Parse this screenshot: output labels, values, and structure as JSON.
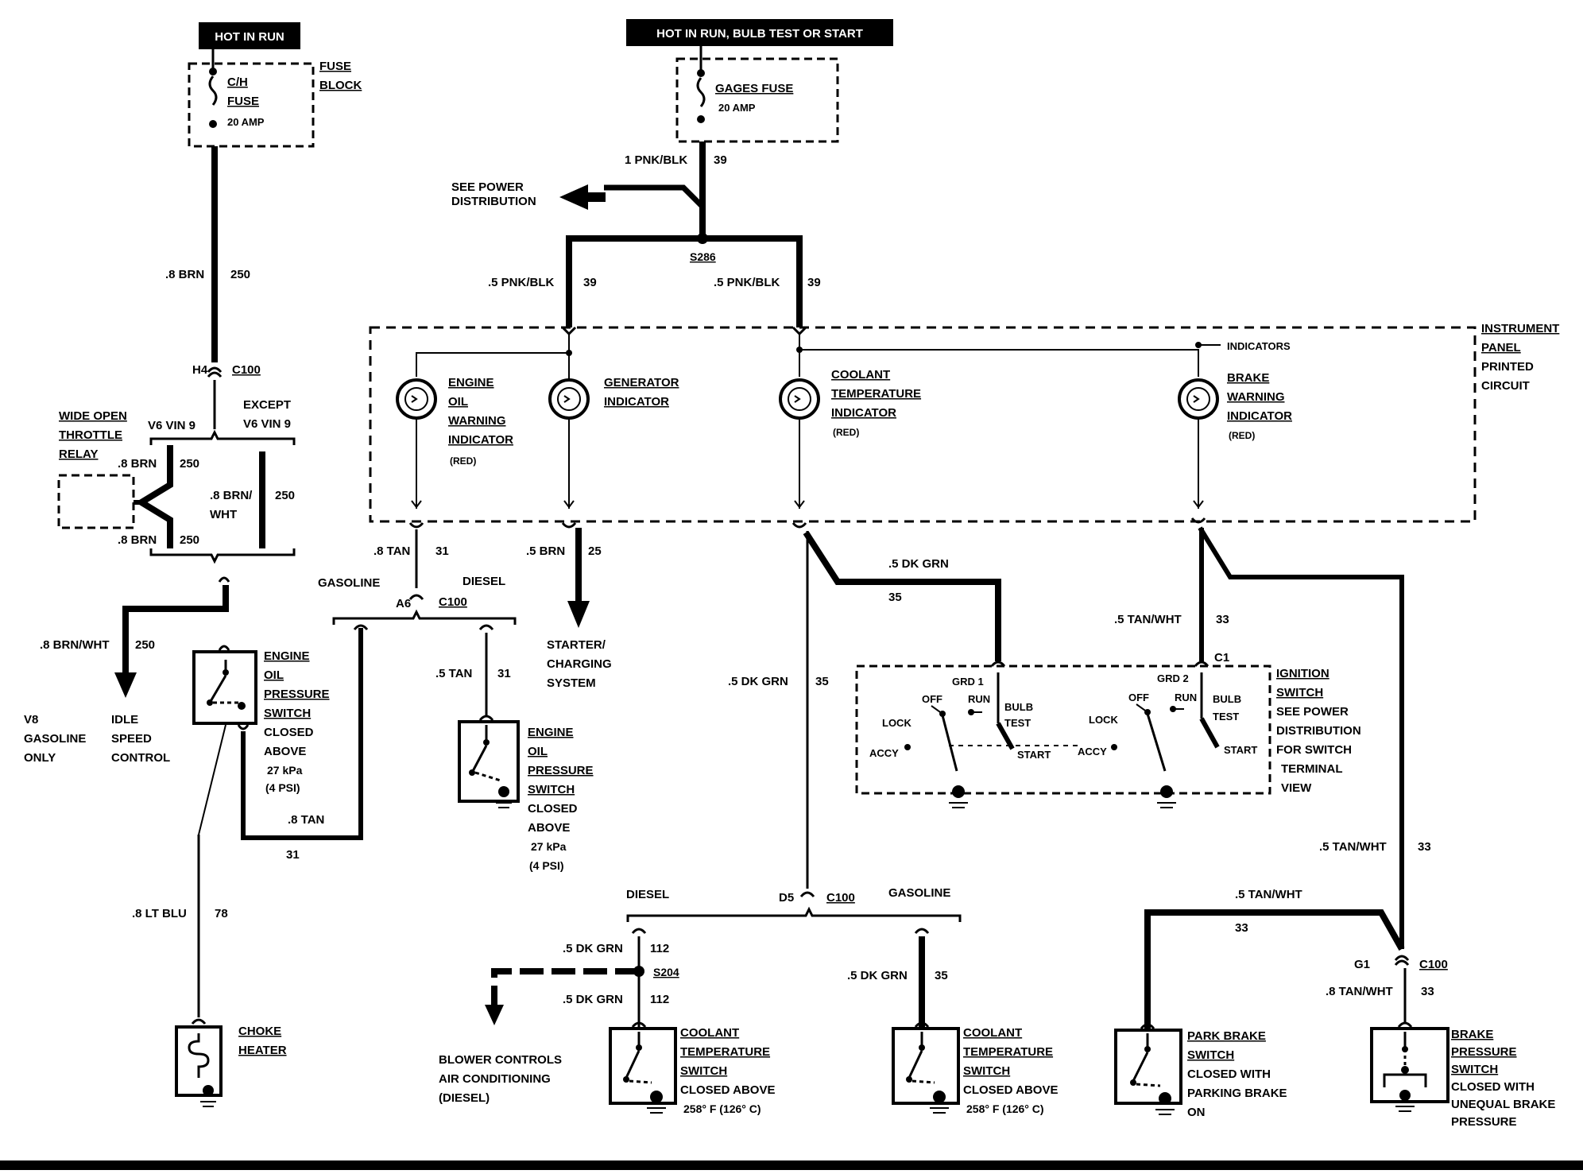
{
  "power": {
    "hot_in_run": "HOT IN RUN",
    "hot_in_run_bulb": "HOT IN RUN,   BULB TEST OR START"
  },
  "fuse_block": {
    "label1": "FUSE",
    "label2": "BLOCK",
    "ch_fuse1": "C/H",
    "ch_fuse2": "FUSE",
    "ch_amp": "20 AMP",
    "gages_fuse": "GAGES FUSE",
    "gages_amp": "20 AMP"
  },
  "wires": {
    "w_pnk_blk_1": "1 PNK/BLK",
    "n39a": "39",
    "w_pnk_blk_l": ".5 PNK/BLK",
    "n39b": "39",
    "w_pnk_blk_r": ".5 PNK/BLK",
    "n39c": "39",
    "s286": "S286",
    "see_power1": "SEE POWER",
    "see_power2": "DISTRIBUTION",
    "brn_8": ".8 BRN",
    "n250a": "250",
    "h4": "H4",
    "c100a": "C100",
    "v6vin9": "V6 VIN 9",
    "except1": "EXCEPT",
    "except2": "V6 VIN 9",
    "brn_8b": ".8 BRN",
    "n250b": "250",
    "brn_8c": ".8 BRN",
    "n250c": "250",
    "brn_wht1": ".8 BRN/",
    "brn_wht2": "WHT",
    "n250d": "250",
    "brn_wht_8": ".8 BRN/WHT",
    "n250e": "250",
    "tan_8": ".8 TAN",
    "n31a": "31",
    "tan_8b": ".8 TAN",
    "n31b": "31",
    "tan_5": ".5 TAN",
    "n31c": "31",
    "gasoline": "GASOLINE",
    "diesel": "DIESEL",
    "a6": "A6",
    "c100b": "C100",
    "brn_5": ".5 BRN",
    "n25": "25",
    "lt_blu": ".8 LT BLU",
    "n78": "78",
    "dk_grn_5a": ".5 DK GRN",
    "n35a": "35",
    "dk_grn_5b": ".5 DK GRN",
    "n35b": "35",
    "tan_wht_a": ".5 TAN/WHT",
    "n33a": "33",
    "tan_wht_b": ".5 TAN/WHT",
    "n33b": "33",
    "tan_wht_c": ".5 TAN/WHT",
    "n33c": "33",
    "tan_wht_d": ".8 TAN/WHT",
    "n33d": "33",
    "c1": "C1",
    "diesel2": "DIESEL",
    "gasoline2": "GASOLINE",
    "d5": "D5",
    "c100c": "C100",
    "dk_grn_5c": ".5 DK GRN",
    "n112a": "112",
    "s204": "S204",
    "dk_grn_5d": ".5 DK GRN",
    "n112b": "112",
    "dk_grn_5e": ".5 DK GRN",
    "n35c": "35",
    "g1": "G1",
    "c100d": "C100"
  },
  "components": {
    "wot_relay": [
      "WIDE OPEN",
      "THROTTLE",
      "RELAY"
    ],
    "idle": [
      "IDLE",
      "SPEED",
      "CONTROL"
    ],
    "v8": [
      "V8",
      "GASOLINE",
      "ONLY"
    ],
    "eop_switch": [
      "ENGINE",
      "OIL",
      "PRESSURE",
      "SWITCH",
      "CLOSED",
      "ABOVE",
      "27 kPa",
      "(4 PSI)"
    ],
    "eop_switch2": [
      "ENGINE",
      "OIL",
      "PRESSURE",
      "SWITCH",
      "CLOSED",
      "ABOVE",
      "27 kPa",
      "(4 PSI)"
    ],
    "choke": [
      "CHOKE",
      "HEATER"
    ],
    "starter": [
      "STARTER/",
      "CHARGING",
      "SYSTEM"
    ],
    "ipc": [
      "INSTRUMENT",
      "PANEL",
      "PRINTED",
      "CIRCUIT"
    ],
    "indicators": "INDICATORS",
    "eo_ind": [
      "ENGINE",
      "OIL",
      "WARNING",
      "INDICATOR"
    ],
    "eo_red": "(RED)",
    "gen_ind": [
      "GENERATOR",
      "INDICATOR"
    ],
    "cool_ind": [
      "COOLANT",
      "TEMPERATURE",
      "INDICATOR"
    ],
    "cool_red": "(RED)",
    "brake_ind": [
      "BRAKE",
      "WARNING",
      "INDICATOR"
    ],
    "brake_red": "(RED)",
    "ign": [
      "IGNITION",
      "SWITCH",
      "SEE POWER",
      "DISTRIBUTION",
      "FOR SWITCH",
      "TERMINAL",
      "VIEW"
    ],
    "grd1": "GRD 1",
    "grd2": "GRD 2",
    "off": "OFF",
    "run": "RUN",
    "bulb": "BULB",
    "test": "TEST",
    "lock": "LOCK",
    "accy": "ACCY",
    "start": "START",
    "blower": [
      "BLOWER CONTROLS",
      "AIR CONDITIONING",
      "(DIESEL)"
    ],
    "cts1": [
      "COOLANT",
      "TEMPERATURE",
      "SWITCH",
      "CLOSED ABOVE",
      "258° F (126° C)"
    ],
    "cts2": [
      "COOLANT",
      "TEMPERATURE",
      "SWITCH",
      "CLOSED ABOVE",
      "258° F (126° C)"
    ],
    "park": [
      "PARK BRAKE",
      "SWITCH",
      "CLOSED WITH",
      "PARKING BRAKE",
      "ON"
    ],
    "bps": [
      "BRAKE",
      "PRESSURE",
      "SWITCH",
      "CLOSED WITH",
      "UNEQUAL BRAKE",
      "PRESSURE"
    ]
  }
}
